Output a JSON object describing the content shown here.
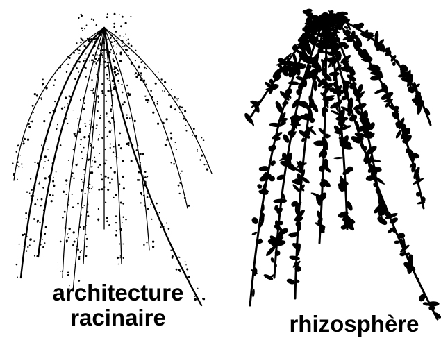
{
  "panels": [
    {
      "id": "root-architecture",
      "caption_line1": "architecture",
      "caption_line2": "racinaire"
    },
    {
      "id": "rhizosphere",
      "caption": "rhizosphère"
    }
  ],
  "colors": {
    "ink": "#000000",
    "background": "#ffffff"
  }
}
